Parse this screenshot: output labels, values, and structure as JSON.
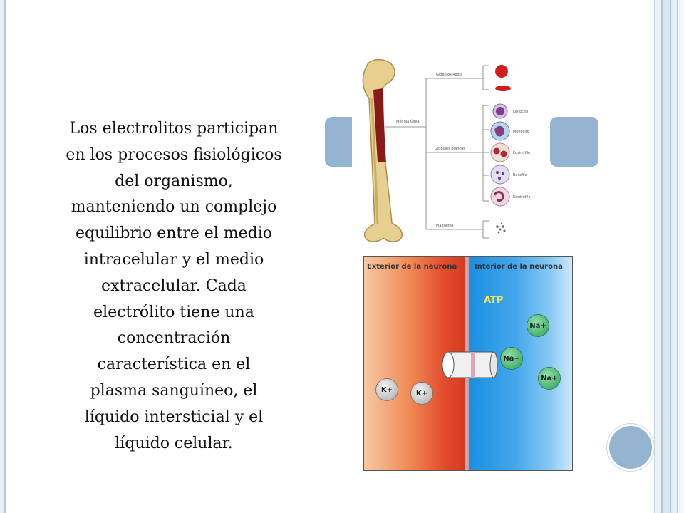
{
  "slide": {
    "body_text": "Los electrolitos participan\nen los procesos fisiológicos\ndel organismo,\nmanteniendo un complejo\nequilibrio entre el medio\nintracelular y el medio\nextracelular. Cada\nelectrólito tiene una\nconcentración\ncaracterística  en el\nplasma sanguíneo, el\nlíquido intersticial y el\nlíquido celular.",
    "accent_color": "#94b4d1"
  },
  "bone_diagram": {
    "labels": {
      "globulos_rojos": "Glóbulos Rojos",
      "medula_osea": "Médula Ósea",
      "globulos_blancos": "Glóbulos Blancos",
      "plaquetas": "Plaquetas"
    },
    "white_cells": [
      "Linfocito",
      "Monocito",
      "Eosinófilo",
      "Basófilo",
      "Neutrófilo"
    ]
  },
  "neuron_diagram": {
    "exterior_label": "Exterior de la neurona",
    "interior_label": "Interior de la neurona",
    "atp_label": "ATP",
    "na_ions": [
      "Na+",
      "Na+",
      "Na+"
    ],
    "k_ions": [
      "K+",
      "K+"
    ],
    "colors": {
      "exterior": "#e24a2c",
      "interior": "#1a8fe0",
      "atp": "#f4e85a"
    }
  }
}
